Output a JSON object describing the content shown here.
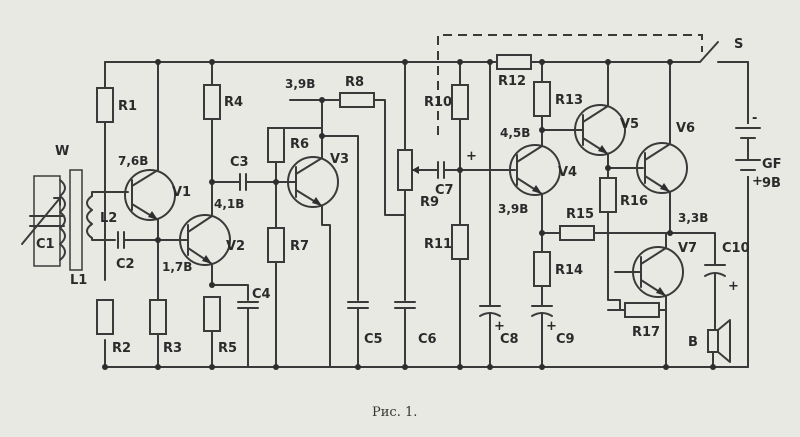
{
  "labels": {
    "W": "W",
    "C1": "C1",
    "L1": "L1",
    "L2": "L2",
    "C2": "C2",
    "R1": "R1",
    "R2": "R2",
    "R3": "R3",
    "R4": "R4",
    "R5": "R5",
    "R6": "R6",
    "R7": "R7",
    "R8": "R8",
    "R9": "R9",
    "R10": "R10",
    "R11": "R11",
    "R12": "R12",
    "R13": "R13",
    "R14": "R14",
    "R15": "R15",
    "R16": "R16",
    "R17": "R17",
    "C3": "C3",
    "C4": "C4",
    "C5": "C5",
    "C6": "C6",
    "C7": "C7",
    "C8": "C8",
    "C9": "C9",
    "C10": "C10",
    "V1": "V1",
    "V2": "V2",
    "V3": "V3",
    "V4": "V4",
    "V5": "V5",
    "V6": "V6",
    "V7": "V7",
    "S": "S",
    "GF": "GF",
    "GF_volt": "9В",
    "B": "B"
  },
  "voltages": {
    "v1": "7,6B",
    "v2": "4,1В",
    "v3": "1,7В",
    "v4": "3,9B",
    "v5": "4,5В",
    "v6": "3,9В",
    "v7": "3,3В"
  },
  "polarity": {
    "plus": "+",
    "minus": "-"
  },
  "caption": "Рис. 1."
}
